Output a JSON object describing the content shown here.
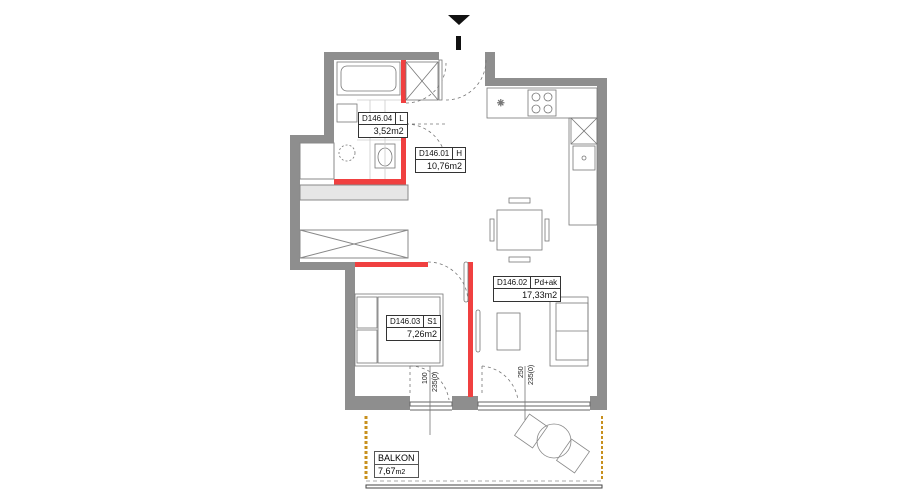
{
  "plan": {
    "section_mark": "I",
    "rooms": [
      {
        "code": "D146.04",
        "type": "L",
        "area": "3,52m2"
      },
      {
        "code": "D146.01",
        "type": "H",
        "area": "10,76m2"
      },
      {
        "code": "D146.02",
        "type": "Pd+ak",
        "area": "17,33m2"
      },
      {
        "code": "D146.03",
        "type": "S1",
        "area": "7,26m2"
      }
    ],
    "balcony": {
      "label": "BALKON",
      "area": "7,67",
      "unit": "m2"
    },
    "dimensions": {
      "bedroom_window_sill": "100",
      "bedroom_window_height": "235(0)",
      "living_door_sill": "250",
      "living_door_height": "235(0)"
    },
    "colors": {
      "wall": "#8e8e8e",
      "partition": "#f04040",
      "line": "#777777"
    }
  }
}
